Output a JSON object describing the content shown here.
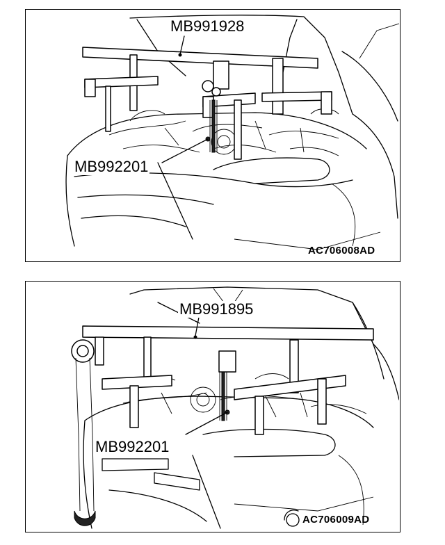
{
  "figures": [
    {
      "callouts": {
        "upper": "MB991928",
        "lower": "MB992201"
      },
      "figure_id": "AC706008AD"
    },
    {
      "callouts": {
        "upper": "MB991895",
        "lower": "MB992201"
      },
      "figure_id": "AC706009AD"
    }
  ]
}
